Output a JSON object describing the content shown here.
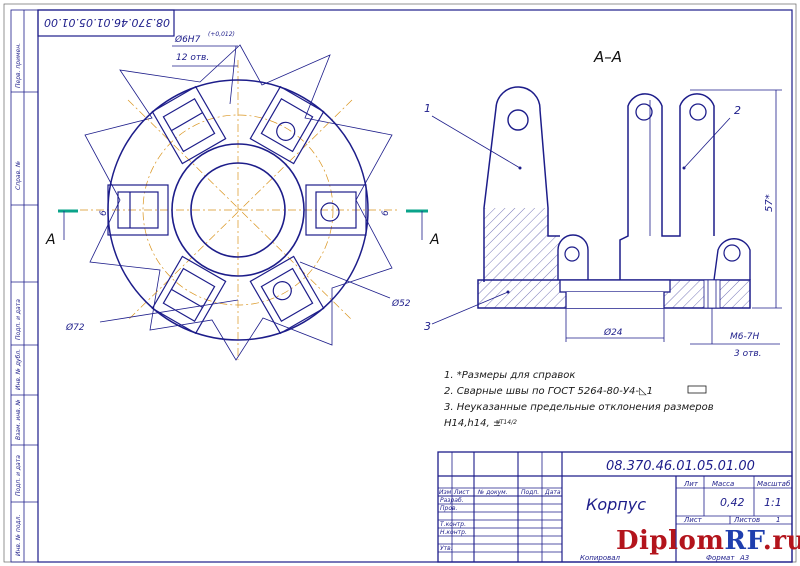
{
  "drawing_code_rotated": "08.370.46.01.05.01.00",
  "section_label": "A–A",
  "cut_plane_left": "A",
  "cut_plane_right": "A",
  "plan_view": {
    "hole_dim": "Ø6H7",
    "hole_tol": "(+0,012)",
    "hole_count": "12 отв.",
    "slot_dim_left": "6",
    "slot_dim_right": "6",
    "dia_outer": "Ø72",
    "dia_inner": "Ø52"
  },
  "section_view": {
    "callout_1": "1",
    "callout_2": "2",
    "callout_3": "3",
    "height_dim": "57*",
    "bore_dim": "Ø24",
    "thread_dim": "M6-7H",
    "thread_count": "3 отв."
  },
  "notes": [
    "1. *Размеры для справок",
    "2. Сварные швы по ГОСТ 5264-80-У4-◺1",
    "3. Неуказанные предельные отклонения размеров",
    "H14,h14, ±"
  ],
  "notes_tol": "IT14/2",
  "title_block": {
    "code": "08.370.46.01.05.01.00",
    "part_name": "Корпус",
    "col_lit": "Лит",
    "col_mass": "Масса",
    "col_scale": "Масштаб",
    "mass": "0,42",
    "scale": "1:1",
    "sheet": "Лист",
    "sheets": "Листов",
    "sheets_count": "1",
    "row_labels": [
      "Изм",
      "Лист",
      "№ докум.",
      "Подп.",
      "Дата"
    ],
    "left_labels": [
      "Разраб.",
      "Пров.",
      "Т.контр.",
      "Н.контр.",
      "Утв."
    ],
    "copied": "Копировал",
    "format": "Формат",
    "format_value": "А3"
  },
  "left_strip_labels": [
    "Перв. примен.",
    "Справ. №",
    "Подп. и дата",
    "Инв. № дубл.",
    "Взам. инв. №",
    "Подп. и дата",
    "Инв. № подл."
  ],
  "watermark_left": "Diplom",
  "watermark_right": "RF",
  "watermark_tail": ".ru"
}
